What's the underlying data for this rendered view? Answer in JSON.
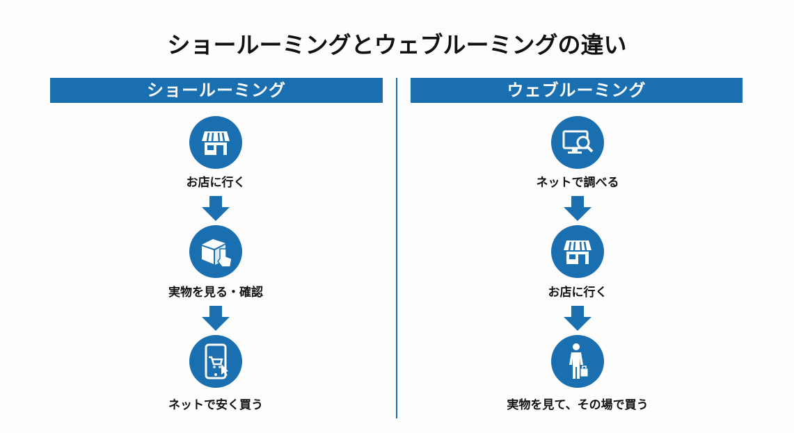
{
  "title": "ショールーミングとウェブルーミングの違い",
  "accent_color": "#1a6fb0",
  "columns": [
    {
      "header": "ショールーミング",
      "steps": [
        {
          "icon": "storefront-icon",
          "label": "お店に行く"
        },
        {
          "icon": "box-touch-icon",
          "label": "実物を見る・確認"
        },
        {
          "icon": "smartphone-cart-icon",
          "label": "ネットで安く買う"
        }
      ]
    },
    {
      "header": "ウェブルーミング",
      "steps": [
        {
          "icon": "monitor-search-icon",
          "label": "ネットで調べる"
        },
        {
          "icon": "storefront-icon",
          "label": "お店に行く"
        },
        {
          "icon": "shopper-bag-icon",
          "label": "実物を見て、その場で買う"
        }
      ]
    }
  ]
}
